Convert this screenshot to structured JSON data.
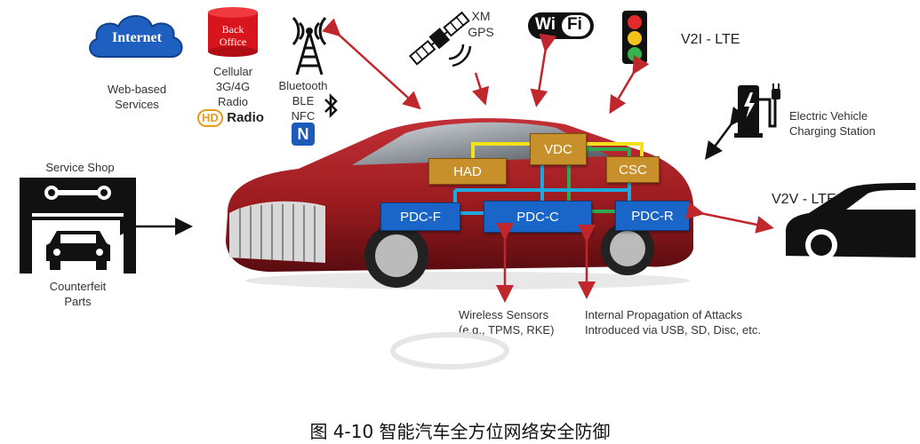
{
  "nodes": {
    "internet": {
      "label": "Internet",
      "sub1": "Web-based",
      "sub2": "Services"
    },
    "back_office": {
      "line1": "Back",
      "line2": "Office"
    },
    "cellular": {
      "line1": "Cellular",
      "line2": "3G/4G",
      "line3": "Radio"
    },
    "hd_radio": {
      "hd": "HD",
      "radio": "Radio"
    },
    "bluetooth": {
      "line1": "Bluetooth",
      "line2": "BLE",
      "line3": "NFC"
    },
    "xm_gps": {
      "line1": "XM",
      "line2": "GPS"
    },
    "wifi": {
      "wi": "Wi",
      "fi": "Fi"
    },
    "v2i": {
      "label": "V2I - LTE"
    },
    "ev_charging": {
      "line1": "Electric Vehicle",
      "line2": "Charging Station"
    },
    "service_shop": {
      "label": "Service Shop",
      "sub1": "Counterfeit",
      "sub2": "Parts"
    },
    "v2v": {
      "label": "V2V - LTE"
    },
    "wireless_sensors": {
      "line1": "Wireless Sensors",
      "line2": "(e.g., TPMS, RKE)"
    },
    "internal_propagation": {
      "line1": "Internal Propagation of Attacks",
      "line2": "Introduced via USB, SD, Disc, etc."
    }
  },
  "ecus": {
    "had": "HAD",
    "vdc": "VDC",
    "csc": "CSC",
    "pdc_f": "PDC-F",
    "pdc_c": "PDC-C",
    "pdc_r": "PDC-R"
  },
  "colors": {
    "arrow_red": "#c0272d",
    "ecu_blue": "#1a66c8",
    "ecu_brown": "#c8902a",
    "bus_yellow": "#f2e21a",
    "bus_green": "#2fa84f",
    "bus_cyan": "#1fa8e0",
    "car_red": "#9b1b1f"
  },
  "caption": "图 4-10 智能汽车全方位网络安全防御"
}
